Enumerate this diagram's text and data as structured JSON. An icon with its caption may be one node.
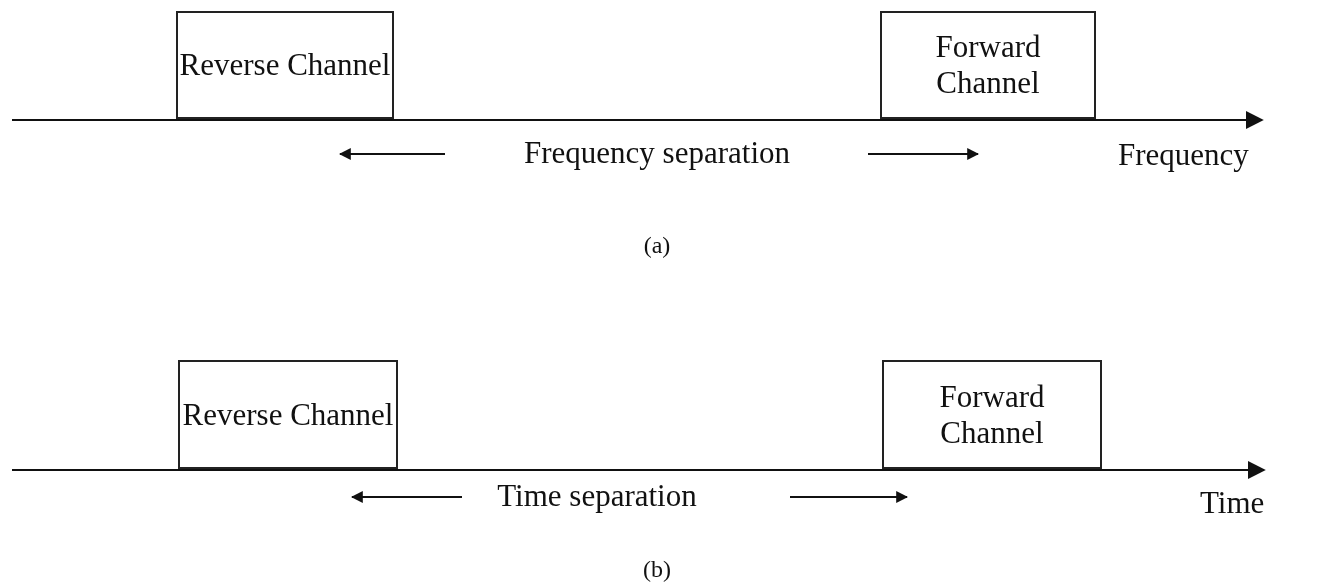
{
  "diagram": {
    "nodes": [
      {
        "text": [
          "Reverse Channel"
        ]
      },
      {
        "text": [
          "Forward Channel"
        ]
      },
      {
        "text": [
          "Reverse Channel"
        ]
      },
      {
        "text": [
          "Forward Channel"
        ]
      }
    ],
    "labels": [
      "Frequency separation",
      "Frequency",
      "(a)",
      "Time separation",
      "Time",
      "(b)"
    ]
  }
}
